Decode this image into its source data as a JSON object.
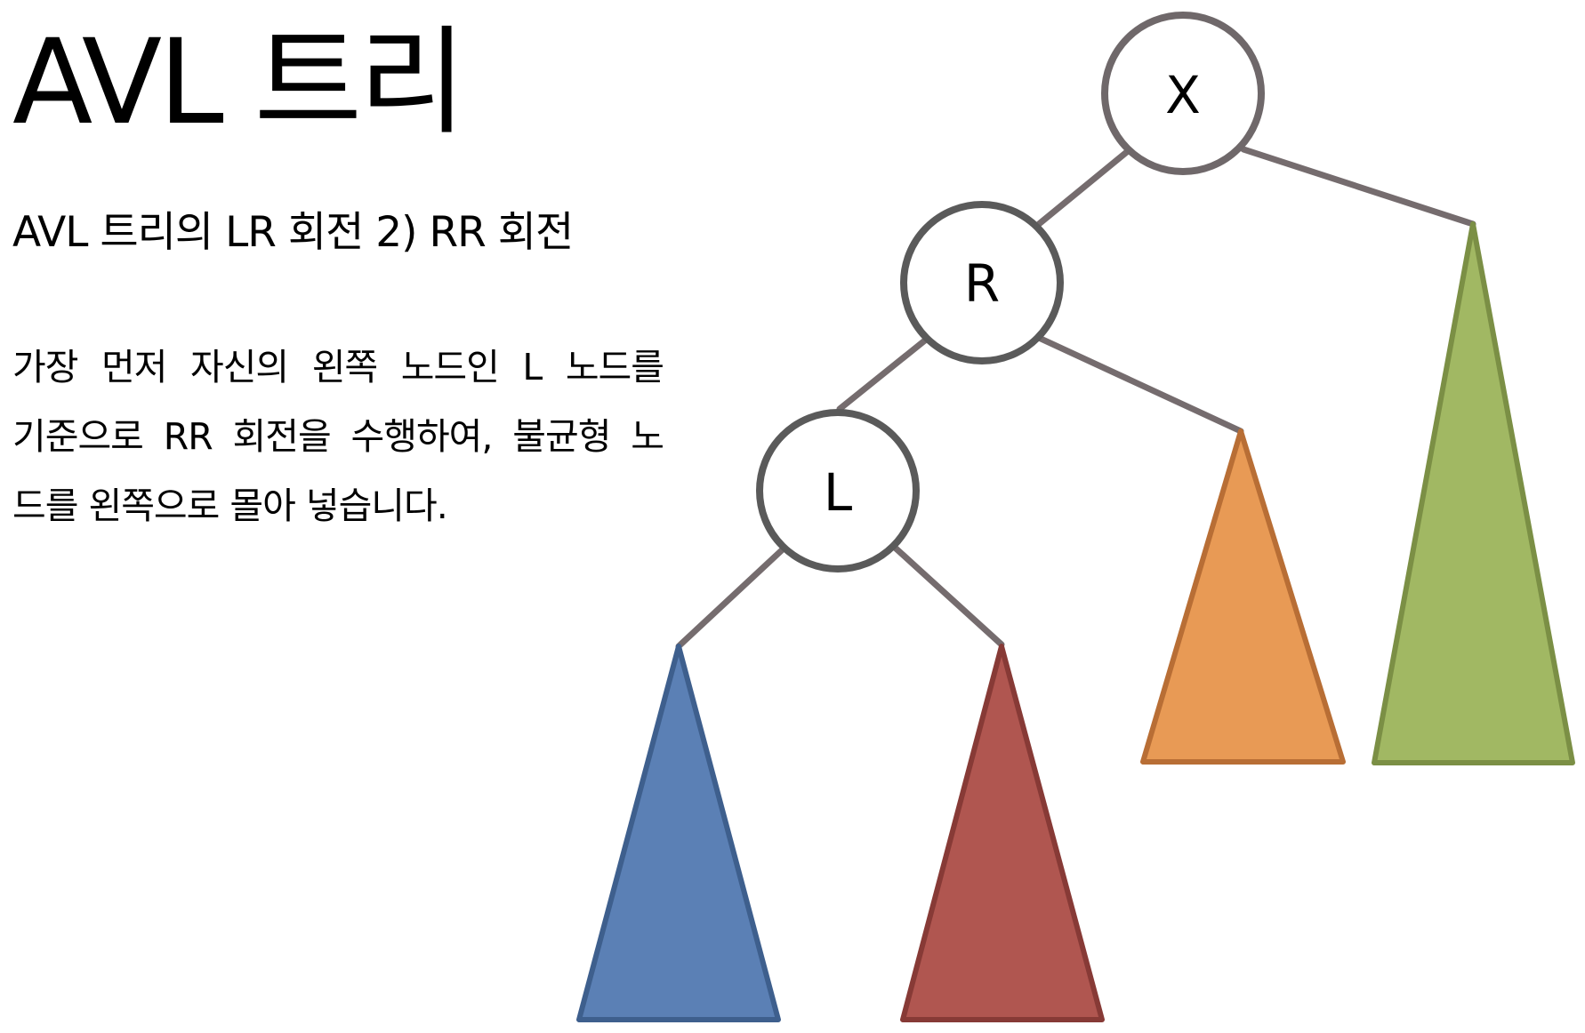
{
  "title": "AVL 트리",
  "subtitle": "AVL 트리의 LR 회전 2) RR 회전",
  "description_lines": [
    "  가장 먼저 자신의 왼쪽 노드인 L 노드를",
    "기준으로 RR 회전을 수행하여, 불균형 노",
    "드를 왼쪽으로 몰아 넣습니다."
  ],
  "tree": {
    "nodes": [
      {
        "id": "x",
        "label": "X"
      },
      {
        "id": "r",
        "label": "R"
      },
      {
        "id": "l",
        "label": "L"
      }
    ],
    "subtrees": [
      {
        "id": "l-left",
        "parent": "L",
        "fill": "#5b80b5",
        "stroke": "#3e5f8d"
      },
      {
        "id": "l-right",
        "parent": "L",
        "fill": "#b05650",
        "stroke": "#873a36"
      },
      {
        "id": "r-right",
        "parent": "R",
        "fill": "#e89a55",
        "stroke": "#b86e35"
      },
      {
        "id": "x-right",
        "parent": "X",
        "fill": "#a1b863",
        "stroke": "#7b8f45"
      }
    ],
    "edge_color": "#756c6e",
    "node_stroke": "#5a5a5a"
  }
}
